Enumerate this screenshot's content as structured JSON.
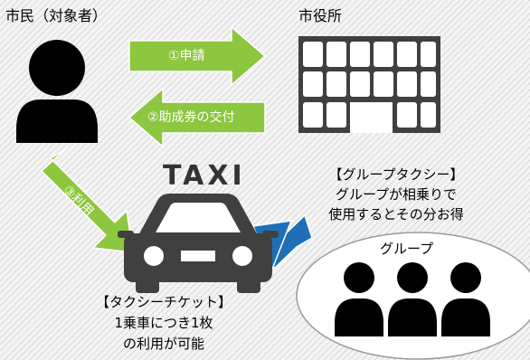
{
  "citizen": {
    "label": "市民（対象者）",
    "icon": "person-icon"
  },
  "city_hall": {
    "label": "市役所",
    "icon": "building-icon"
  },
  "arrows": {
    "apply": "①申請",
    "subsidy": "②助成券の交付",
    "use": "③利用"
  },
  "taxi": {
    "word": "TAXI",
    "icon": "taxi-icon",
    "ticket": {
      "title": "【タクシーチケット】",
      "line1": "1乗車につき1枚",
      "line2": "の利用が可能"
    }
  },
  "group_taxi": {
    "title": "【グループタクシー】",
    "line1": "グループが相乗りで",
    "line2": "使用するとその分お得"
  },
  "group": {
    "label": "グループ",
    "icon": "group-people-icon"
  },
  "colors": {
    "arrow_green": "#8DC63F",
    "arrow_blue": "#1F6FB8",
    "dark_gray": "#404040",
    "person_black": "#000000"
  }
}
